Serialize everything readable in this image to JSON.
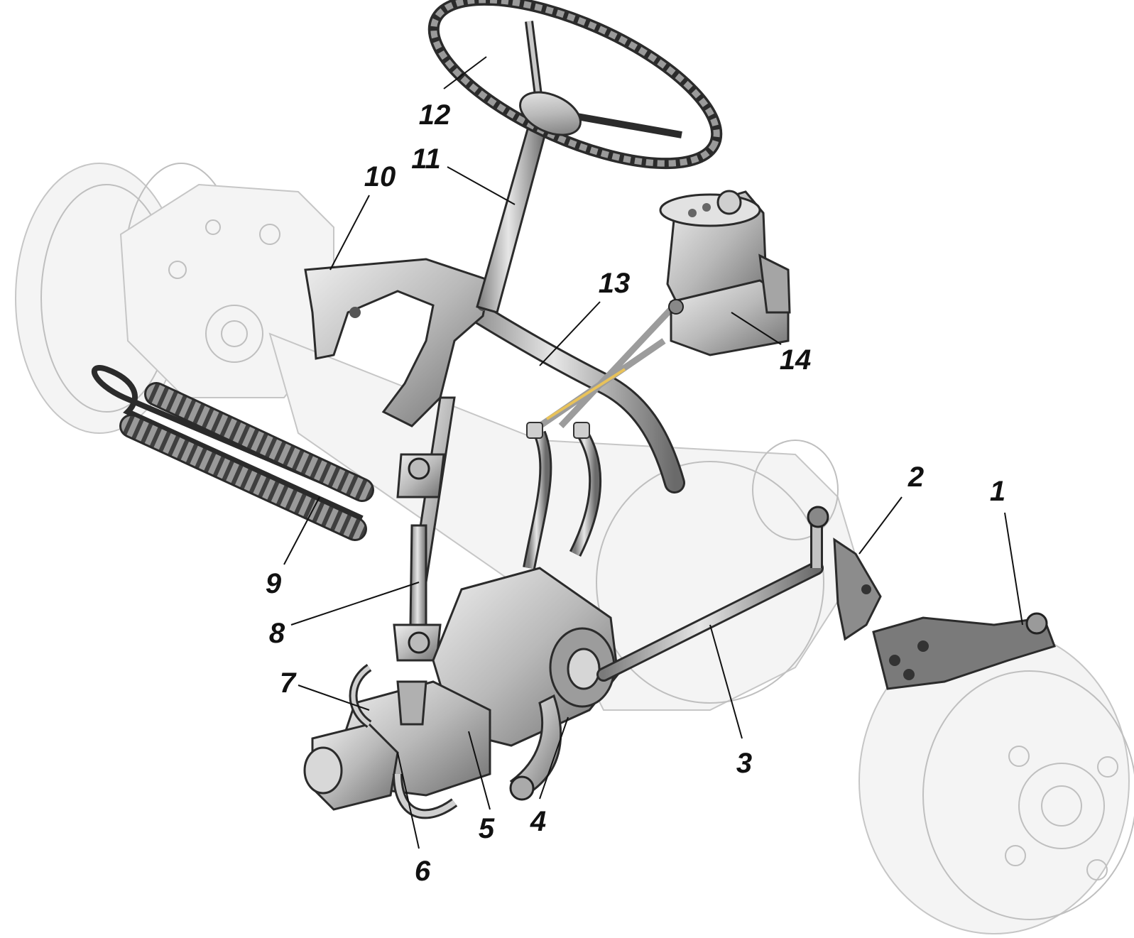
{
  "colors": {
    "metal_light": "#d9d9d9",
    "metal_mid": "#a8a8a8",
    "metal_dark": "#555555",
    "outline": "#2b2b2b",
    "ghost": "#c6c6c6",
    "hose_yellow": "#e8c25a"
  },
  "callouts": [
    {
      "id": "1",
      "text": "1"
    },
    {
      "id": "2",
      "text": "2"
    },
    {
      "id": "3",
      "text": "3"
    },
    {
      "id": "4",
      "text": "4"
    },
    {
      "id": "5",
      "text": "5"
    },
    {
      "id": "6",
      "text": "6"
    },
    {
      "id": "7",
      "text": "7"
    },
    {
      "id": "8",
      "text": "8"
    },
    {
      "id": "9",
      "text": "9"
    },
    {
      "id": "10",
      "text": "10"
    },
    {
      "id": "11",
      "text": "11"
    },
    {
      "id": "12",
      "text": "12"
    },
    {
      "id": "13",
      "text": "13"
    },
    {
      "id": "14",
      "text": "14"
    }
  ]
}
